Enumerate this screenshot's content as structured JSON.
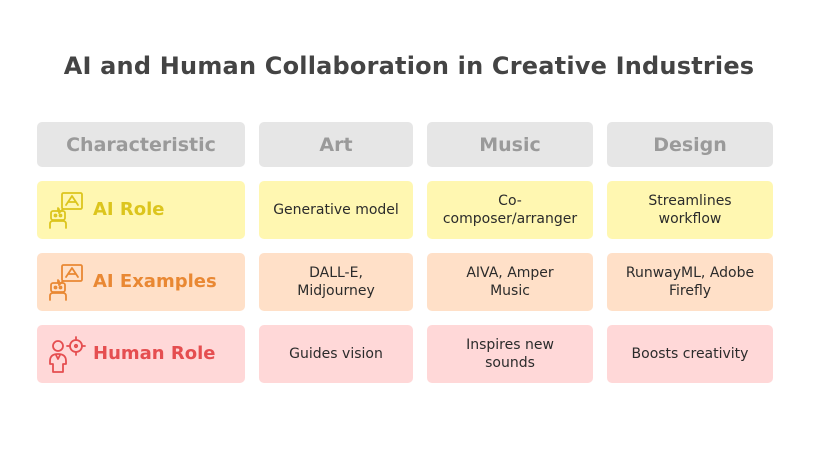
{
  "title": "AI and Human Collaboration in Creative Industries",
  "header": [
    "Characteristic",
    "Art",
    "Music",
    "Design"
  ],
  "rows": [
    {
      "label": "AI Role",
      "icon": "ai-assistant-icon",
      "color": "#dcc51d",
      "bg": "#fff7b1",
      "cells": [
        "Generative model",
        "Co-composer/arranger",
        "Streamlines workflow"
      ]
    },
    {
      "label": "AI Examples",
      "icon": "ai-assistant-icon",
      "color": "#e98833",
      "bg": "#ffe0c8",
      "cells": [
        "DALL-E, Midjourney",
        "AIVA, Amper Music",
        "RunwayML, Adobe Firefly"
      ]
    },
    {
      "label": "Human Role",
      "icon": "person-target-icon",
      "color": "#e54e50",
      "bg": "#ffd8d8",
      "cells": [
        "Guides vision",
        "Inspires new sounds",
        "Boosts creativity"
      ]
    }
  ]
}
